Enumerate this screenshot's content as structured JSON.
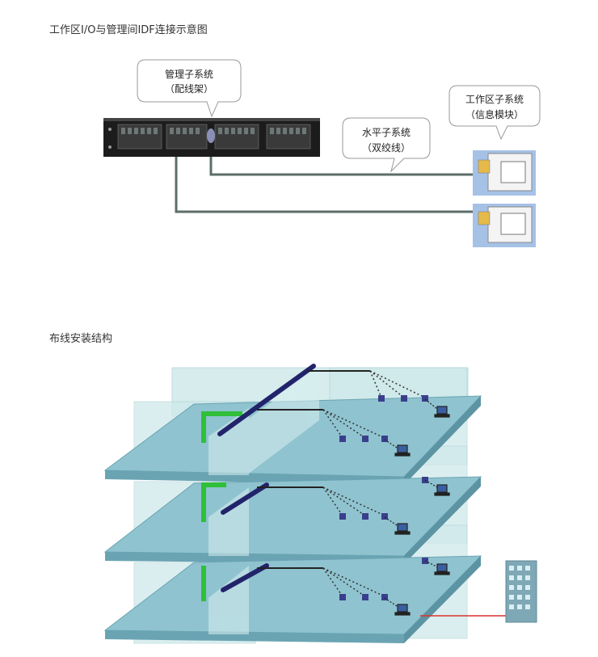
{
  "sections": {
    "io_title": "工作区I/O与管理间IDF连接示意图",
    "install_title": "布线安装结构"
  },
  "callouts": {
    "management_line1": "管理子系统",
    "management_line2": "（配线架）",
    "horizontal_line1": "水平子系统",
    "horizontal_line2": "（双绞线）",
    "workarea_line1": "工作区子系统",
    "workarea_line2": "（信息模块）"
  },
  "colors": {
    "cable": "#5b6e6a",
    "floor": "#8fc3cf",
    "riser": "#2fbf3a",
    "trunk": "#22246b",
    "node": "#3a3f8c",
    "wan_link": "#d9322e"
  }
}
